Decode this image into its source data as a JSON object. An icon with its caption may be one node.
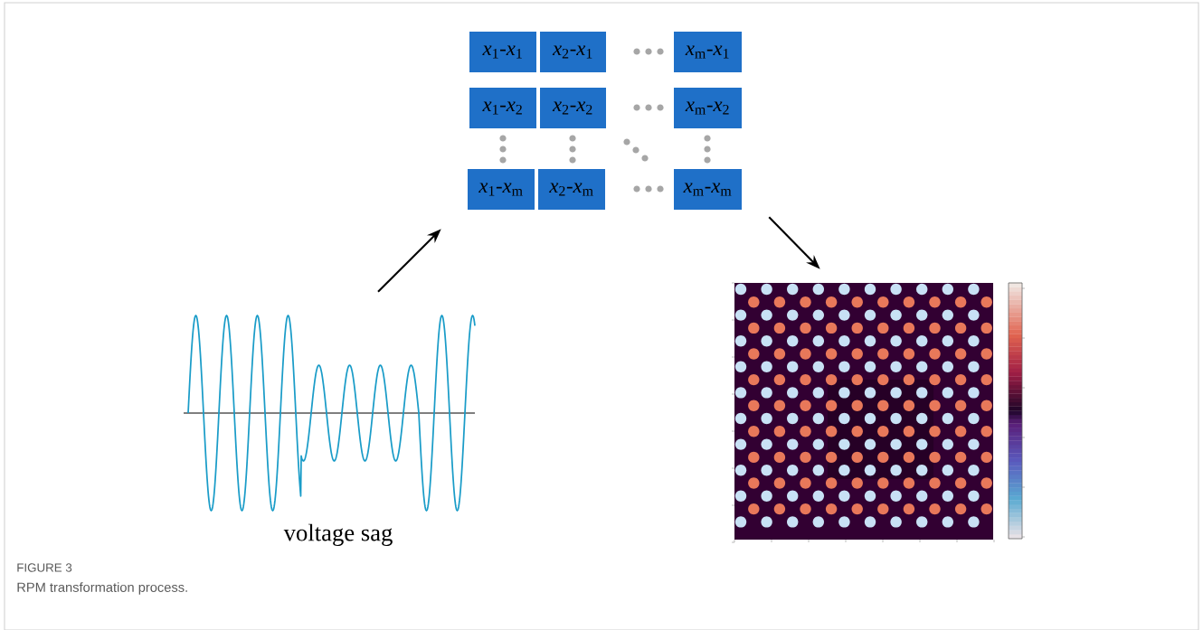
{
  "diagram": {
    "caption": "RPM transformation process.",
    "nodes": [
      {
        "text": [
          "*x*$_{1}$-*x*$_{1}$"
        ]
      },
      {
        "text": [
          "*x*$_{2}$-*x*$_{1}$"
        ]
      },
      {
        "text": [
          "*x*$_{m}$-*x*$_{1}$"
        ]
      },
      {
        "text": [
          "*x*$_{1}$-*x*$_{2}$"
        ]
      },
      {
        "text": [
          "*x*$_{2}$-*x*$_{2}$"
        ]
      },
      {
        "text": [
          "*x*$_{m}$-*x*$_{2}$"
        ]
      },
      {
        "text": [
          "*x*$_{1}$-*x*$_{m}$"
        ]
      },
      {
        "text": [
          "*x*$_{2}$-*x*$_{m}$"
        ]
      },
      {
        "text": [
          "*x*$_{m}$-*x*$_{m}$"
        ]
      },
      {
        "text": [],
        "shape": "picture",
        "beside": [
          "voltage sag"
        ]
      },
      {
        "text": [],
        "shape": "picture"
      }
    ],
    "edges": [
      {
        "from": 9,
        "to": 6,
        "arrow": "to"
      },
      {
        "from": 8,
        "to": 10,
        "arrow": "to"
      }
    ],
    "labels": [
      "FIGURE 3"
    ]
  }
}
